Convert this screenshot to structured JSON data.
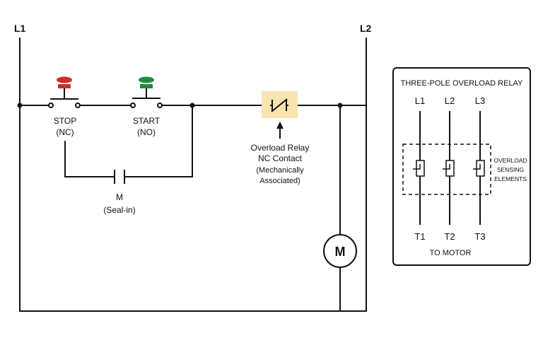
{
  "rails": {
    "left": "L1",
    "right": "L2"
  },
  "stop_button": {
    "name": "STOP",
    "type": "(NC)",
    "color": "#d42a2a"
  },
  "start_button": {
    "name": "START",
    "type": "(NO)",
    "color": "#1f8a3c"
  },
  "seal_in": {
    "name": "M",
    "sub": "(Seal-in)"
  },
  "overload_contact": {
    "line1": "Overload Relay",
    "line2": "NC Contact",
    "line3": "(Mechanically",
    "line4": "Associated)",
    "highlight": "#f8e4b0"
  },
  "motor": {
    "label": "M"
  },
  "overload_relay": {
    "title": "THREE-POLE OVERLOAD RELAY",
    "inputs": [
      "L1",
      "L2",
      "L3"
    ],
    "outputs": [
      "T1",
      "T2",
      "T3"
    ],
    "output_caption": "TO MOTOR",
    "sensing_line1": "OVERLOAD",
    "sensing_line2": "SENSING",
    "sensing_line3": "ELEMENTS"
  }
}
